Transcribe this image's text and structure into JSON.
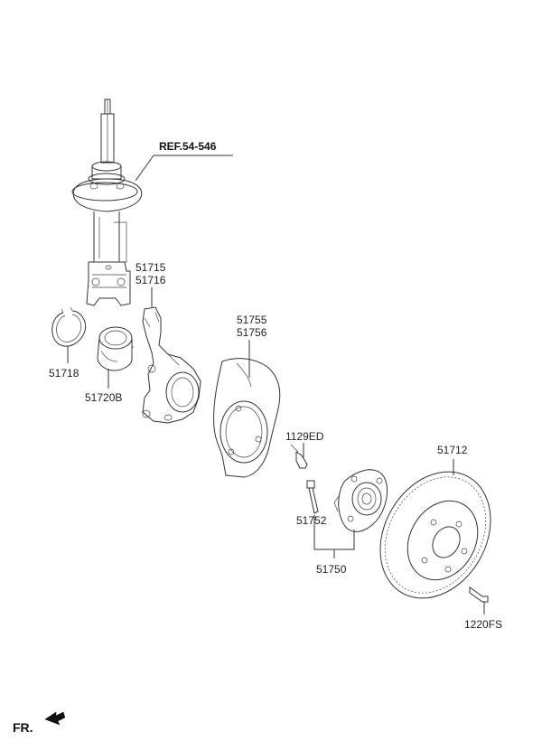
{
  "labels": {
    "ref": "REF.54-546",
    "p51715": "51715",
    "p51716": "51716",
    "p51718": "51718",
    "p51720B": "51720B",
    "p51755": "51755",
    "p51756": "51756",
    "p1129ED": "1129ED",
    "p51752": "51752",
    "p51750": "51750",
    "p51712": "51712",
    "p1220FS": "1220FS",
    "fr": "FR."
  },
  "icons": {
    "front_arrow": "arrow-fr-icon"
  }
}
